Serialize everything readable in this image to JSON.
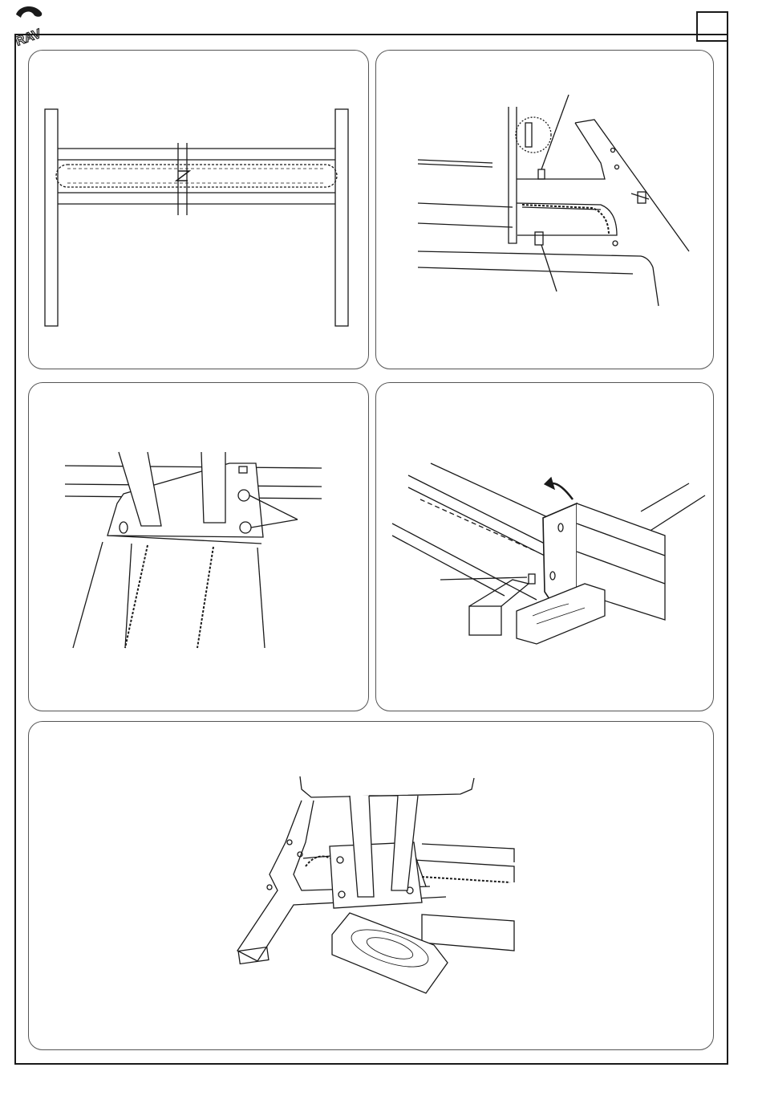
{
  "page": {
    "logo_text": "RAV",
    "page_number": ""
  },
  "figures": [
    {
      "id": "fig-1",
      "subject": "chain-frame-overview"
    },
    {
      "id": "fig-2",
      "subject": "column-base-with-studs"
    },
    {
      "id": "fig-3",
      "subject": "column-plate-bolts"
    },
    {
      "id": "fig-4",
      "subject": "tilting-column-on-wood-block"
    },
    {
      "id": "fig-5",
      "subject": "column-plate-on-base-with-wood-block"
    }
  ],
  "colors": {
    "line": "#1a1a1a",
    "panel_border": "#555555",
    "background": "#ffffff"
  }
}
